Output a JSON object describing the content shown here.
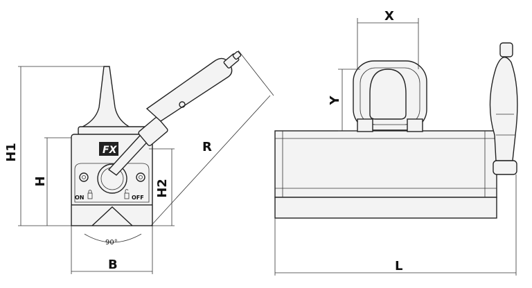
{
  "labels": {
    "x": "X",
    "y": "Y",
    "h1": "H1",
    "h": "H",
    "h2": "H2",
    "r": "R",
    "b": "B",
    "l": "L",
    "angle": "90°",
    "on": "ON",
    "off": "OFF",
    "logo": "FX"
  }
}
